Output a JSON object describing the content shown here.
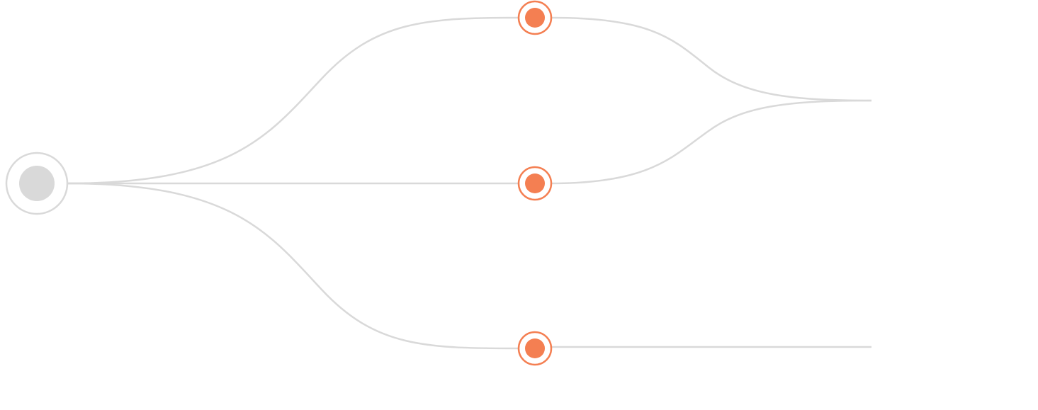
{
  "colors": {
    "background": "#ffffff",
    "connector": "#d9d9d9",
    "source_node": "#d9d9d9",
    "step_node": "#f47f52"
  },
  "nodes": [
    {
      "role": "source",
      "state": "inactive"
    },
    {
      "role": "step",
      "state": "active"
    },
    {
      "role": "step",
      "state": "active"
    },
    {
      "role": "step",
      "state": "active"
    }
  ],
  "connections": [
    {
      "from": "source",
      "to": "step-1"
    },
    {
      "from": "source",
      "to": "step-2"
    },
    {
      "from": "source",
      "to": "step-3"
    },
    {
      "from": "step-1",
      "to": "merge-point"
    },
    {
      "from": "step-2",
      "to": "merge-point"
    },
    {
      "from": "step-3",
      "to": "open-end"
    }
  ]
}
